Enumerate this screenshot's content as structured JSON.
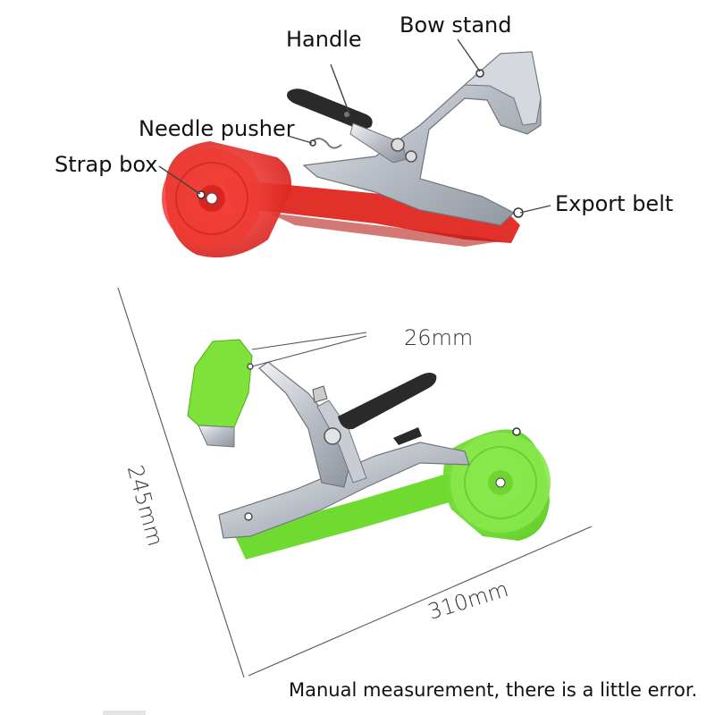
{
  "labels": {
    "handle": "Handle",
    "bow_stand": "Bow stand",
    "needle_pusher": "Needle pusher",
    "strap_box": "Strap box",
    "export_belt": "Export belt"
  },
  "dimensions": {
    "width": "26mm",
    "height": "245mm",
    "length": "310mm"
  },
  "note": "Manual measurement, there is a little error.",
  "colors": {
    "red_tool": "#e8332e",
    "green_tool": "#7ee23a",
    "handle_grip": "#2a2a2a",
    "metal": "#c8ccd2"
  }
}
